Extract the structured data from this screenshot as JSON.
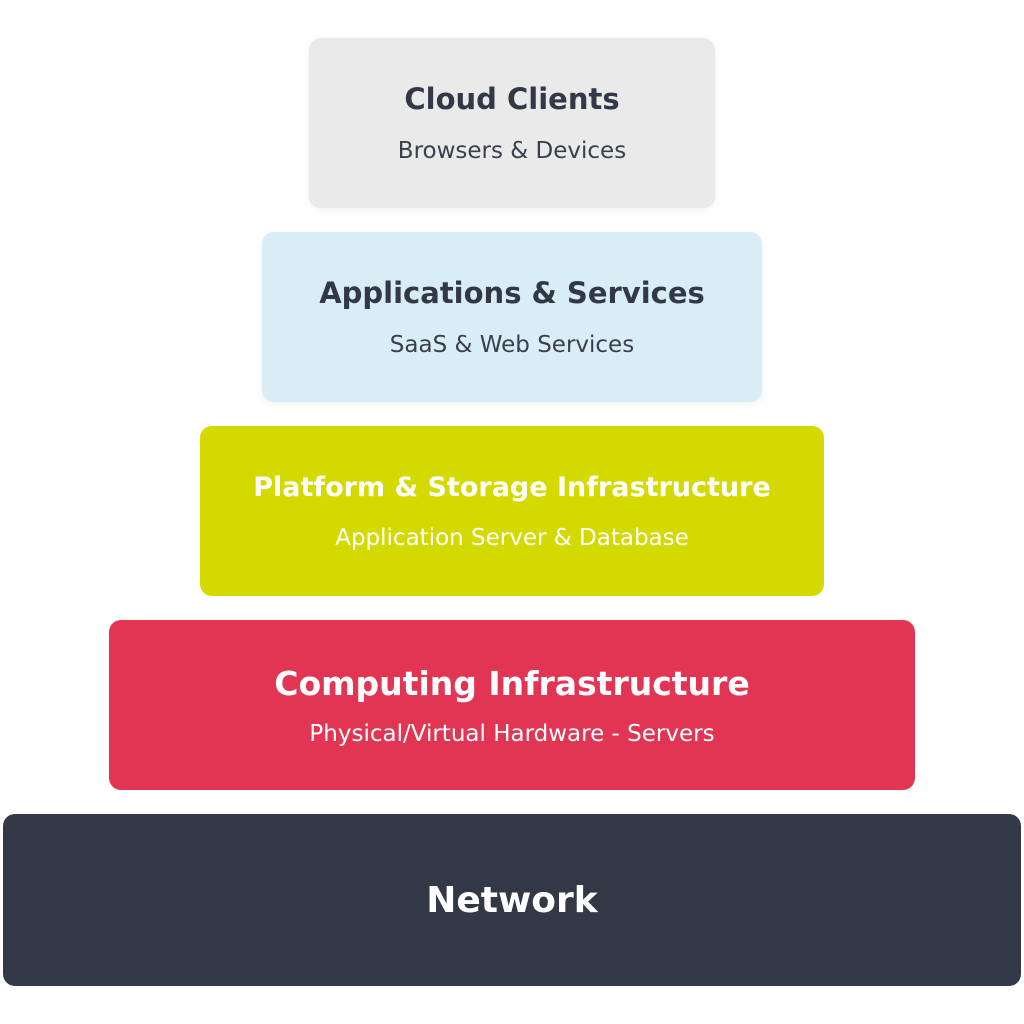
{
  "pyramid": {
    "layers": [
      {
        "title": "Cloud Clients",
        "subtitle": "Browsers & Devices",
        "color": "#eaeaea"
      },
      {
        "title": "Applications & Services",
        "subtitle": "SaaS & Web Services",
        "color": "#d9eef4"
      },
      {
        "title": "Platform & Storage Infrastructure",
        "subtitle": "Application Server & Database",
        "color": "#d4da00"
      },
      {
        "title": "Computing Infrastructure",
        "subtitle": "Physical/Virtual Hardware - Servers",
        "color": "#e23553"
      },
      {
        "title": "Network",
        "subtitle": "",
        "color": "#323846"
      }
    ]
  }
}
